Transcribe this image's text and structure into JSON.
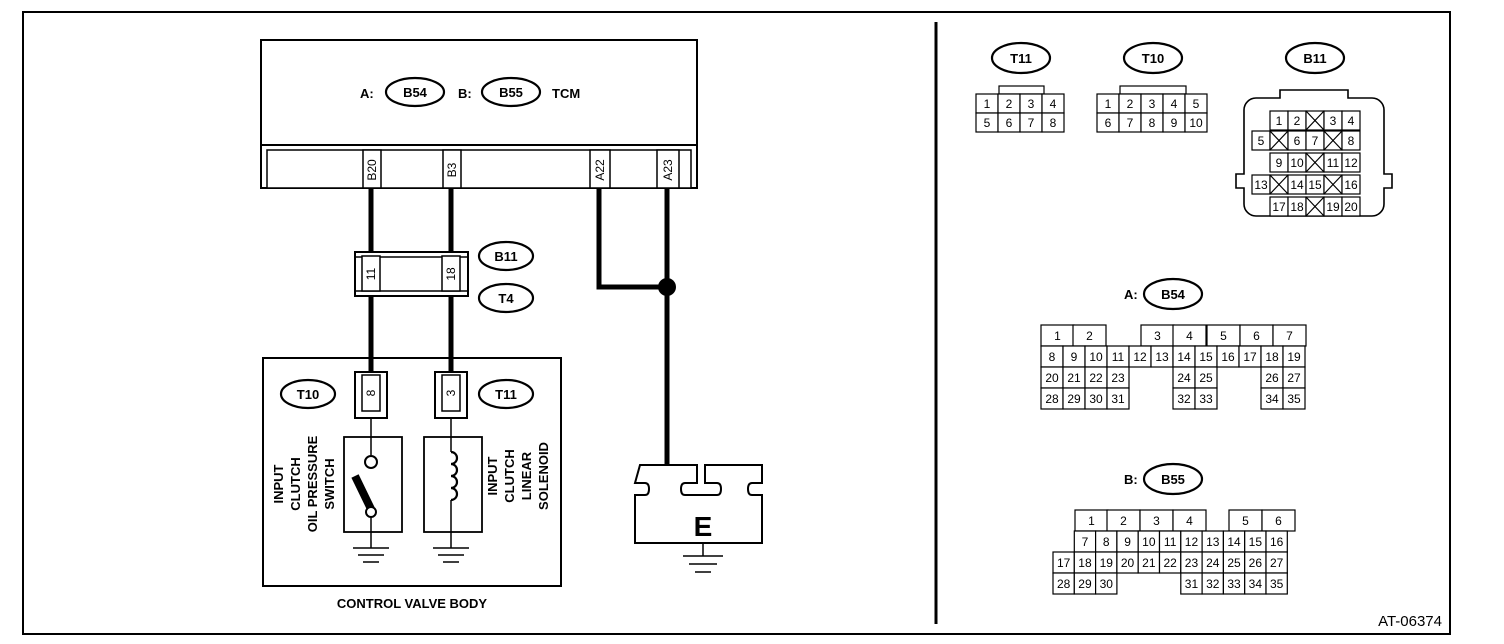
{
  "tcm": {
    "a_prefix": "A:",
    "a_code": "B54",
    "b_prefix": "B:",
    "b_code": "B55",
    "name": "TCM",
    "terminals": [
      "B20",
      "B3",
      "A22",
      "A23"
    ]
  },
  "mid_connector": {
    "codes": [
      "B11",
      "T4"
    ],
    "pins": [
      "11",
      "18"
    ]
  },
  "valve_body": {
    "label": "CONTROL VALVE BODY",
    "left_code": "T10",
    "right_code": "T11",
    "left_pin": "8",
    "right_pin": "3",
    "switch_label": [
      "INPUT",
      "CLUTCH",
      "OIL PRESSURE",
      "SWITCH"
    ],
    "solenoid_label": [
      "INPUT",
      "CLUTCH",
      "LINEAR",
      "SOLENOID"
    ]
  },
  "ground": {
    "label": "E"
  },
  "connectors": {
    "t11": {
      "code": "T11",
      "rows": [
        [
          "1",
          "2",
          "3",
          "4"
        ],
        [
          "5",
          "6",
          "7",
          "8"
        ]
      ]
    },
    "t10": {
      "code": "T10",
      "rows": [
        [
          "1",
          "2",
          "3",
          "4",
          "5"
        ],
        [
          "6",
          "7",
          "8",
          "9",
          "10"
        ]
      ]
    },
    "b11": {
      "code": "B11",
      "rows": [
        [
          "1",
          "2",
          "",
          "3",
          "4"
        ],
        [
          "5",
          "",
          "6",
          "7",
          "",
          "8"
        ],
        [
          "9",
          "10",
          "",
          "11",
          "12"
        ],
        [
          "13",
          "",
          "14",
          "15",
          "",
          "16"
        ],
        [
          "17",
          "18",
          "",
          "19",
          "20"
        ]
      ]
    },
    "b54": {
      "prefix": "A:",
      "code": "B54",
      "rows": [
        [
          "1",
          "2",
          "",
          "3",
          "4",
          "5",
          "6",
          "7"
        ],
        [
          "8",
          "9",
          "10",
          "11",
          "12",
          "13",
          "14",
          "15",
          "16",
          "17",
          "18",
          "19"
        ],
        [
          "20",
          "21",
          "22",
          "23",
          "",
          "",
          "24",
          "25",
          "",
          "",
          "26",
          "27"
        ],
        [
          "28",
          "29",
          "30",
          "31",
          "",
          "",
          "32",
          "33",
          "",
          "",
          "34",
          "35"
        ]
      ]
    },
    "b55": {
      "prefix": "B:",
      "code": "B55",
      "rows": [
        [
          "",
          "1",
          "2",
          "3",
          "4",
          "",
          "5",
          "6"
        ],
        [
          "",
          "7",
          "8",
          "9",
          "10",
          "11",
          "12",
          "13",
          "14",
          "15",
          "16"
        ],
        [
          "17",
          "18",
          "19",
          "20",
          "21",
          "22",
          "23",
          "24",
          "25",
          "26",
          "27"
        ],
        [
          "28",
          "29",
          "30",
          "",
          "",
          "",
          "31",
          "32",
          "33",
          "34",
          "35"
        ]
      ]
    }
  },
  "figure_id": "AT-06374"
}
